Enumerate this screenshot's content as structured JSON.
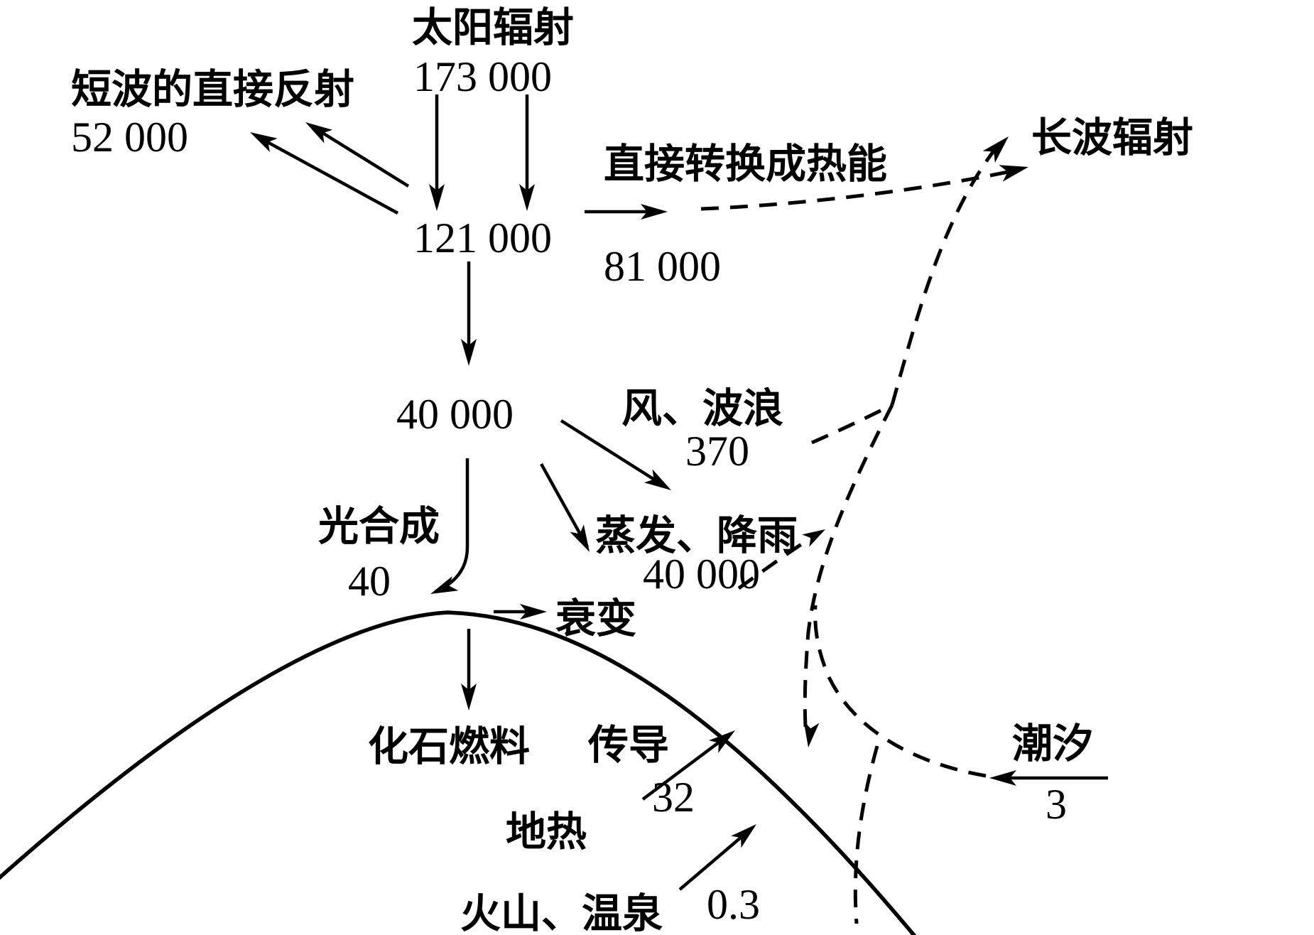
{
  "diagram": {
    "background_color": "#ffffff",
    "ink_color": "#000000",
    "nodes": {
      "solar": {
        "label": "太阳辐射",
        "value": "173 000"
      },
      "shortwave_reflection": {
        "label": "短波的直接反射",
        "value": "52 000"
      },
      "atmosphere_absorbed": {
        "value": "121 000"
      },
      "direct_heat_conversion": {
        "label": "直接转换成热能",
        "value": "81 000"
      },
      "longwave_radiation": {
        "label": "长波辐射"
      },
      "surface_absorbed": {
        "value": "40 000"
      },
      "wind_waves": {
        "label": "风、波浪",
        "value": "370"
      },
      "photosynthesis": {
        "label": "光合成",
        "value": "40"
      },
      "evaporation_rain": {
        "label": "蒸发、降雨",
        "value": "40 000"
      },
      "decay": {
        "label": "衰变"
      },
      "fossil_fuel": {
        "label": "化石燃料"
      },
      "conduction": {
        "label": "传导",
        "value": "32"
      },
      "geothermal": {
        "label": "地热"
      },
      "volcano_hot_springs": {
        "label": "火山、温泉",
        "value": "0.3"
      },
      "tides": {
        "label": "潮汐",
        "value": "3"
      }
    }
  }
}
